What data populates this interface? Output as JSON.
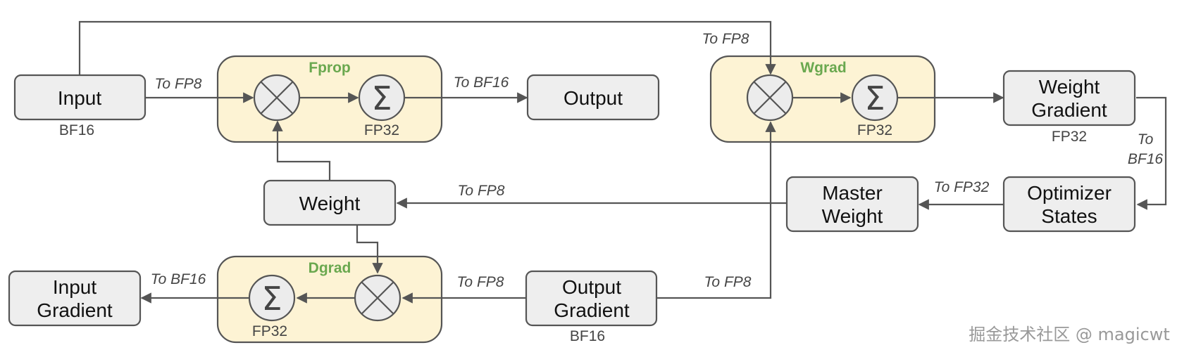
{
  "regions": {
    "fprop": "Fprop",
    "wgrad": "Wgrad",
    "dgrad": "Dgrad"
  },
  "boxes": {
    "input": [
      "Input"
    ],
    "output": [
      "Output"
    ],
    "weight": [
      "Weight"
    ],
    "weight_gradient": [
      "Weight",
      "Gradient"
    ],
    "optimizer_states": [
      "Optimizer",
      "States"
    ],
    "master_weight": [
      "Master",
      "Weight"
    ],
    "output_gradient": [
      "Output",
      "Gradient"
    ],
    "input_gradient": [
      "Input",
      "Gradient"
    ]
  },
  "dtypes": {
    "input": "BF16",
    "fprop_acc": "FP32",
    "wgrad_acc": "FP32",
    "weight_gradient": "FP32",
    "dgrad_acc": "FP32",
    "output_gradient": "BF16"
  },
  "conversions": {
    "input_to_fprop": "To FP8",
    "fprop_to_output": "To BF16",
    "input_to_wgrad": "To FP8",
    "wgrad_to_bf16": [
      "To",
      "BF16"
    ],
    "opt_to_master": "To FP32",
    "master_to_weight": "To FP8",
    "outgrad_to_dgrad": "To FP8",
    "outgrad_to_wgrad": "To FP8",
    "dgrad_to_ingrad": "To BF16"
  },
  "watermark": "掘金技术社区 @ magicwt"
}
